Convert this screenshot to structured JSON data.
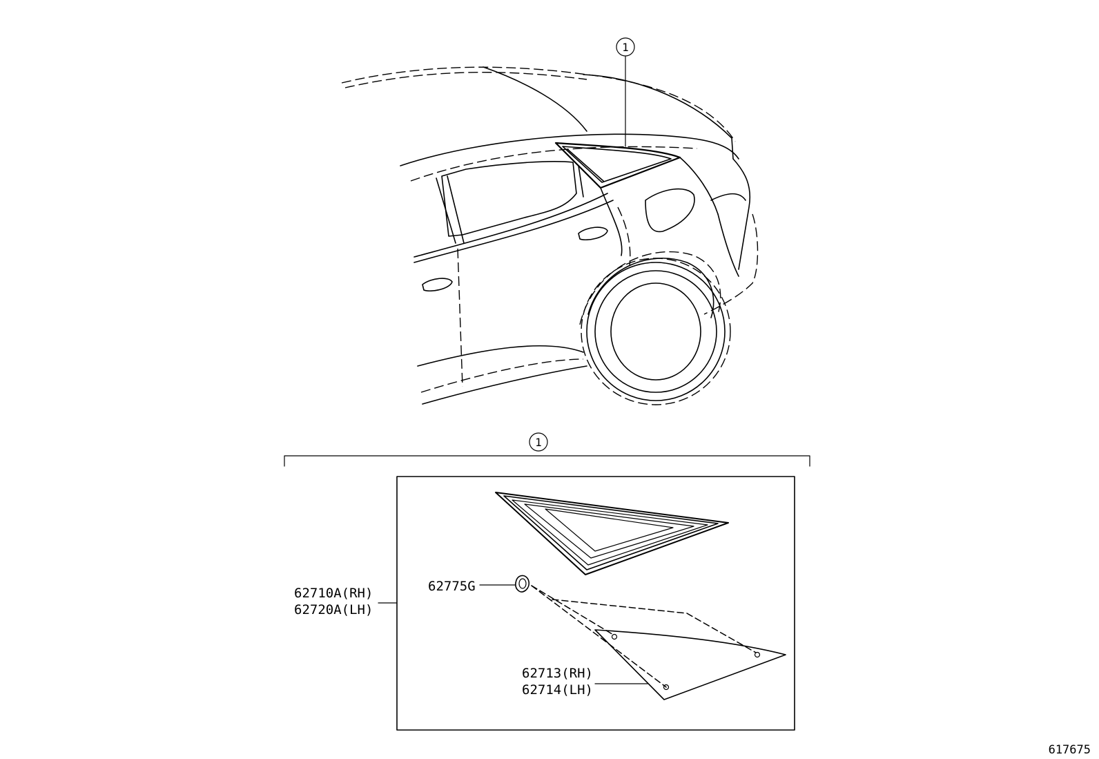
{
  "callouts": {
    "ref_top": "1",
    "ref_group": "1"
  },
  "parts": {
    "glass_rh": "62710A(RH)",
    "glass_lh": "62720A(LH)",
    "clip": "62775G",
    "spacer_rh": "62713(RH)",
    "spacer_lh": "62714(LH)"
  },
  "figure_id": "617675"
}
